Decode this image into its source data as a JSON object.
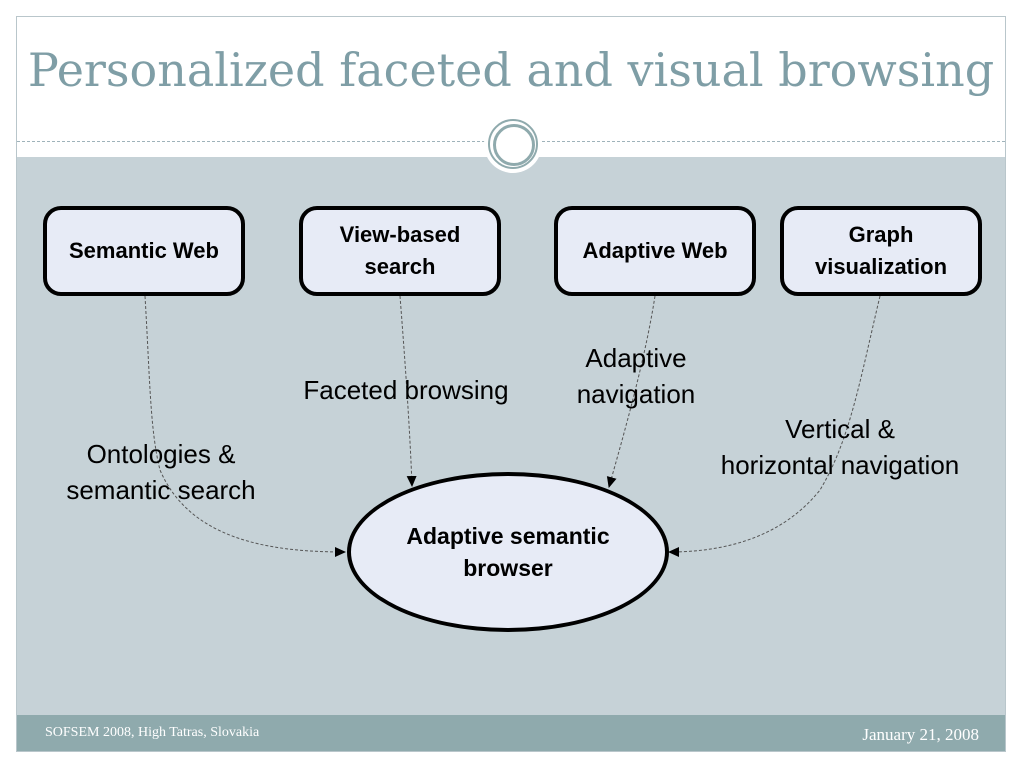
{
  "title": "Personalized faceted and visual browsing",
  "nodes": {
    "semantic_web": "Semantic Web",
    "view_based_search": [
      "View-based",
      "search"
    ],
    "adaptive_web": "Adaptive Web",
    "graph_visualization": [
      "Graph",
      "visualization"
    ],
    "adaptive_semantic_browser": [
      "Adaptive semantic",
      "browser"
    ]
  },
  "edges": {
    "ontologies": [
      "Ontologies &",
      "semantic search"
    ],
    "faceted": "Faceted browsing",
    "adaptive_navigation": [
      "Adaptive",
      "navigation"
    ],
    "vertical_horizontal": [
      "Vertical &",
      "horizontal navigation"
    ]
  },
  "footer": {
    "left": "SOFSEM 2008, High Tatras, Slovakia",
    "right": "January 21, 2008"
  },
  "colors": {
    "title": "#7f9ea6",
    "content_bg": "#c6d2d7",
    "footer_bg": "#8faaad",
    "node_fill": "#e7ebf6"
  }
}
